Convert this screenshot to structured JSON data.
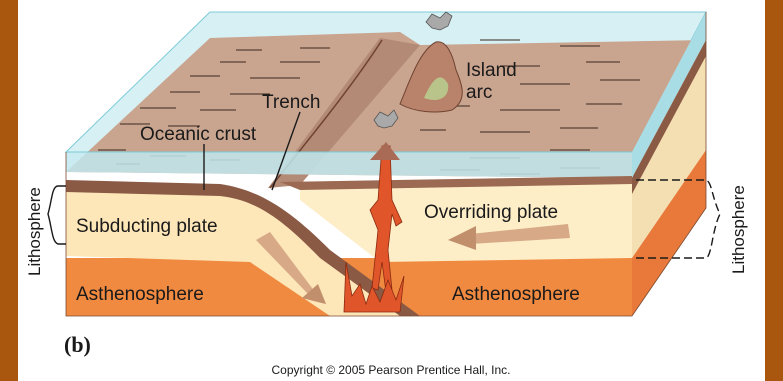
{
  "labels": {
    "island_arc_line1": "Island",
    "island_arc_line2": "arc",
    "trench": "Trench",
    "oceanic_crust": "Oceanic crust",
    "subducting_plate": "Subducting plate",
    "overriding_plate": "Overriding plate",
    "asthenosphere_left": "Asthenosphere",
    "asthenosphere_right": "Asthenosphere",
    "lithosphere_left": "Lithosphere",
    "lithosphere_right": "Lithosphere",
    "panel_letter": "(b)"
  },
  "copyright": "Copyright © 2005 Pearson Prentice Hall, Inc.",
  "colors": {
    "border": "#a9560f",
    "ocean": "#bfe8ef",
    "seafloor": "#c9a48f",
    "crust_band": "#8a5a45",
    "lithosphere": "#fdeec8",
    "asthenosphere": "#f08a40",
    "magma": "#e0562a"
  }
}
